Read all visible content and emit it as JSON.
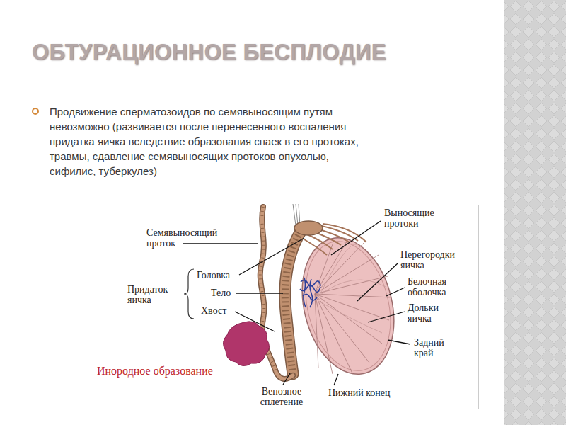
{
  "diagram": {
    "title": "ОБТУРАЦИОННОЕ БЕСПЛОДИЕ",
    "labels": [
      "Продвижение сперматозоидов по семявыносящим путям невозможно (развивается после перенесенного воспаления придатка яичка вследствие образования спаек в его протоках, травмы, сдавление семявыносящих протоков опухолью, сифилис, туберкулез)",
      "Семявыносящий проток",
      "Придаток яичка",
      "Головка",
      "Тело",
      "Хвост",
      "Выносящие протоки",
      "Перегородки яичка",
      "Белочная оболочка",
      "Дольки яичка",
      "Задний край",
      "Нижний конец",
      "Венозное сплетение",
      "Инородное образование"
    ]
  }
}
